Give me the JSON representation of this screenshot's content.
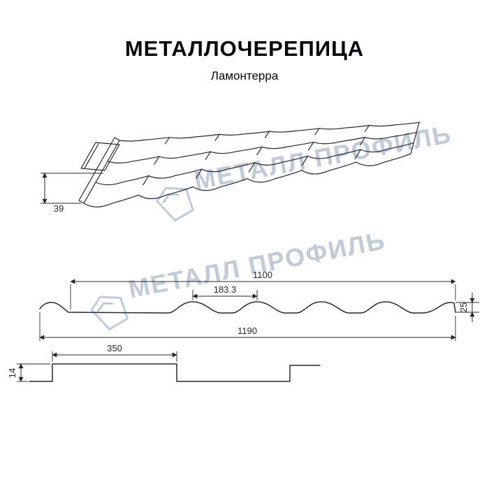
{
  "title": "МЕТАЛЛОЧЕРЕПИЦА",
  "subtitle": "Ламонтерра",
  "watermark": {
    "text": "МЕТАЛЛ ПРОФИЛЬ"
  },
  "dimensions": {
    "step_height": "39",
    "cover_width": "1100",
    "wave_pitch": "183.3",
    "profile_height": "25",
    "full_width": "1190",
    "overlap_length": "350",
    "overlap_height": "14"
  },
  "colors": {
    "line": "#232832",
    "watermark": "#b6c3d2"
  }
}
